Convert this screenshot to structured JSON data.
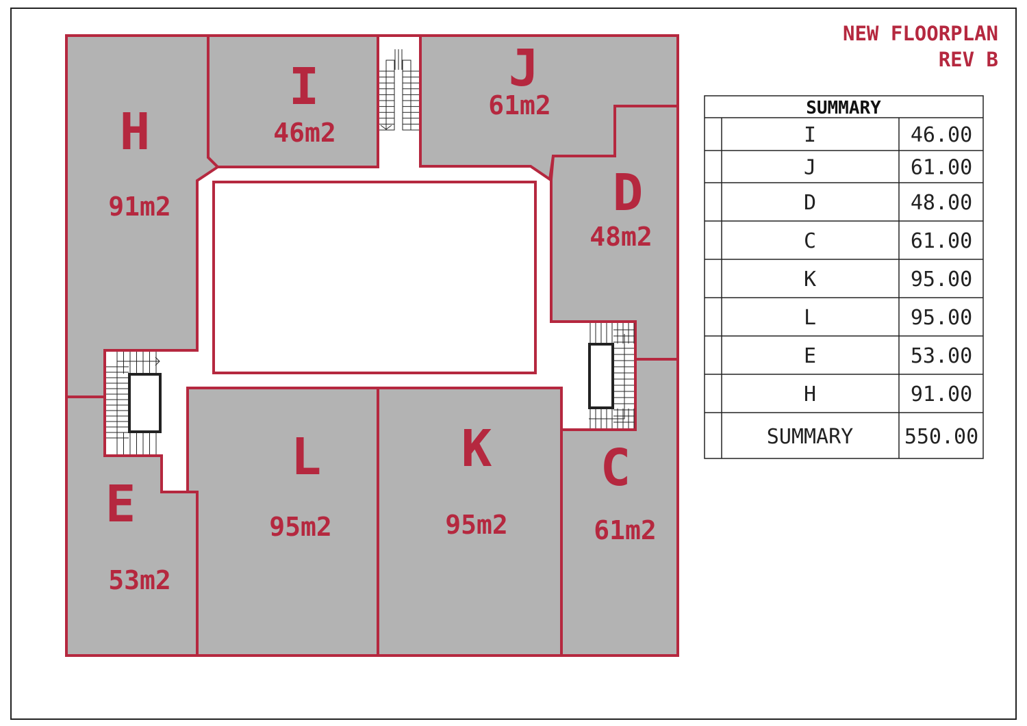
{
  "title": {
    "line1": "NEW FLOORPLAN",
    "line2": "REV B"
  },
  "rooms": [
    {
      "id": "H",
      "area": "91m2"
    },
    {
      "id": "I",
      "area": "46m2"
    },
    {
      "id": "J",
      "area": "61m2"
    },
    {
      "id": "D",
      "area": "48m2"
    },
    {
      "id": "C",
      "area": "61m2"
    },
    {
      "id": "K",
      "area": "95m2"
    },
    {
      "id": "L",
      "area": "95m2"
    },
    {
      "id": "E",
      "area": "53m2"
    }
  ],
  "summary": {
    "header": "SUMMARY",
    "rows": [
      {
        "name": "I",
        "value": "46.00"
      },
      {
        "name": "J",
        "value": "61.00"
      },
      {
        "name": "D",
        "value": "48.00"
      },
      {
        "name": "C",
        "value": "61.00"
      },
      {
        "name": "K",
        "value": "95.00"
      },
      {
        "name": "L",
        "value": "95.00"
      },
      {
        "name": "E",
        "value": "53.00"
      },
      {
        "name": "H",
        "value": "91.00"
      }
    ],
    "total_label": "SUMMARY",
    "total_value": "550.00"
  },
  "colors": {
    "wall": "#b5283f",
    "room": "#b3b3b3"
  }
}
